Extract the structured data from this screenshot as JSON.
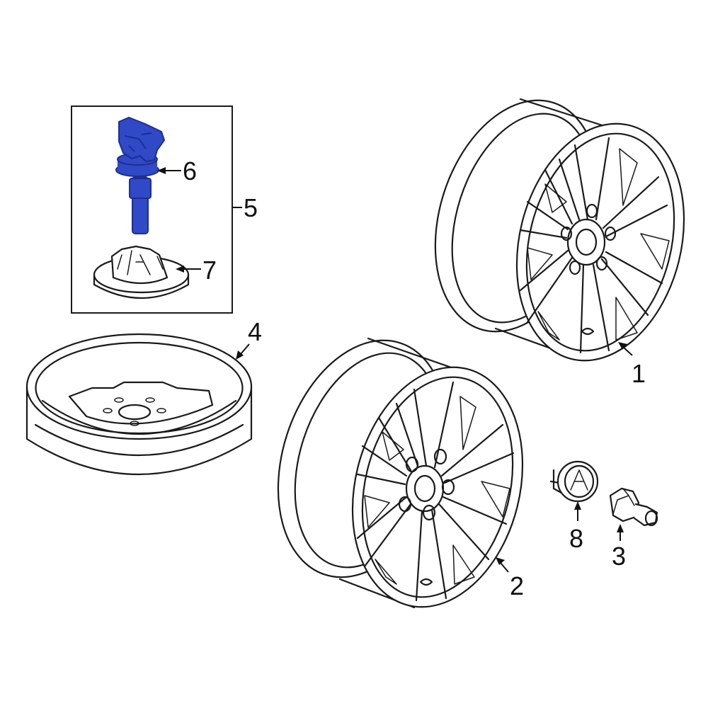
{
  "colors": {
    "highlight": "#2f49c7",
    "highlight_dark": "#1d2f8f",
    "line": "#1a1a1a",
    "background": "#ffffff"
  },
  "callouts": {
    "wheel_front": "1",
    "wheel_rear": "2",
    "lug_nut": "3",
    "spare_wheel": "4",
    "tpms_kit": "5",
    "tpms_sensor": "6",
    "tpms_grommet": "7",
    "center_cap": "8"
  }
}
